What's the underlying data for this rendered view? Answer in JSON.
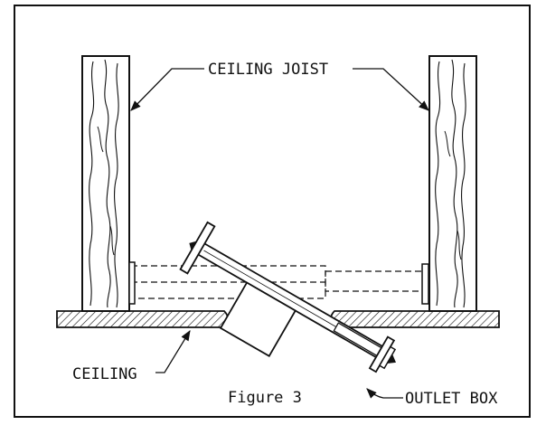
{
  "labels": {
    "ceiling_joist": "CEILING JOIST",
    "ceiling": "CEILING",
    "outlet_box": "OUTLET BOX",
    "figure": "Figure 3"
  },
  "colors": {
    "ink": "#111111",
    "background": "#ffffff"
  }
}
